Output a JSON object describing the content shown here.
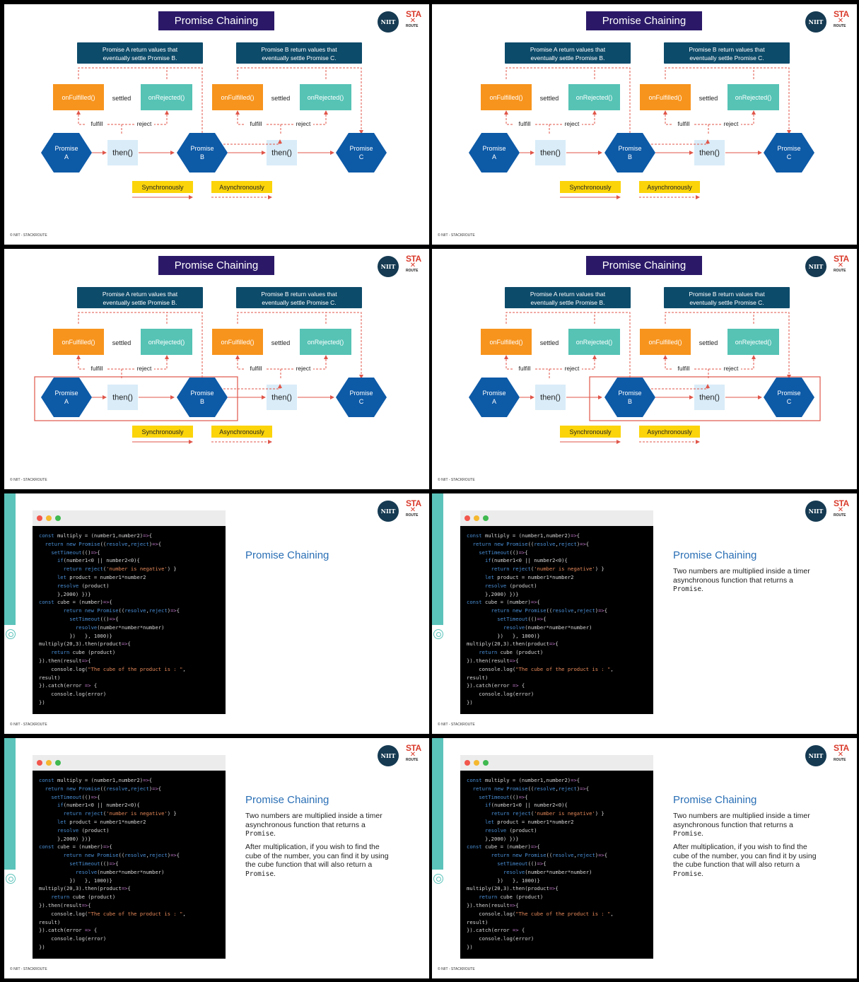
{
  "deck": {
    "title": "Promise Chaining",
    "footer": "© NIIT - STACKROUTE",
    "logo_niit": "NIIT",
    "logo_sta_top": "STA",
    "logo_sta_bottom": "ROUTE"
  },
  "diagram": {
    "note_a": [
      "Promise A return values that",
      "eventually settle Promise B."
    ],
    "note_b": [
      "Promise B return values that",
      "eventually settle Promise C."
    ],
    "on_fulfilled": "onFulfilled()",
    "on_rejected": "onRejected()",
    "settled": "settled",
    "fulfill": "fulfill",
    "reject": "reject",
    "then": "then()",
    "promise_a": [
      "Promise",
      "A"
    ],
    "promise_b": [
      "Promise",
      "B"
    ],
    "promise_c": [
      "Promise",
      "C"
    ],
    "sync_label": "Synchronously",
    "async_label": "Asynchronously"
  },
  "code_lines": [
    "const multiply = (number1,number2)=>{",
    "  return new Promise((resolve,reject)=>{",
    "    setTimeout(()=>{",
    "      if(number1<0 || number2<0){",
    "        return reject('number is negative') }",
    "      let product = number1*number2",
    "      resolve (product)",
    "      },2000) })}",
    "const cube = (number)=>{",
    "        return new Promise((resolve,reject)=>{",
    "          setTimeout(()=>{",
    "            resolve(number*number*number)",
    "          })   }, 1000)}",
    "multiply(20,3).then(product=>{",
    "    return cube (product)",
    "}).then(result=>{",
    "    console.log(\"The cube of the product is : \",",
    "result)",
    "}).catch(error => {",
    "    console.log(error)",
    "})"
  ],
  "text": {
    "para1_pre": "Two numbers are multiplied inside a timer asynchronous function that returns a ",
    "para1_code": "Promise",
    "para1_post": ".",
    "para2_pre": "After multiplication, if you wish to find the cube of the number, you can find it by using the cube function that will also return a ",
    "para2_code": "Promise",
    "para2_post": "."
  },
  "colors": {
    "orange": "#f7941d",
    "teal": "#56c3b5",
    "navy": "#0d4b6a",
    "blue_hex": "#0d5aa7",
    "then_bg": "#d9ecf8",
    "yellow": "#fbd40a",
    "arrow": "#e0564a",
    "title_bg": "#2b1968"
  }
}
